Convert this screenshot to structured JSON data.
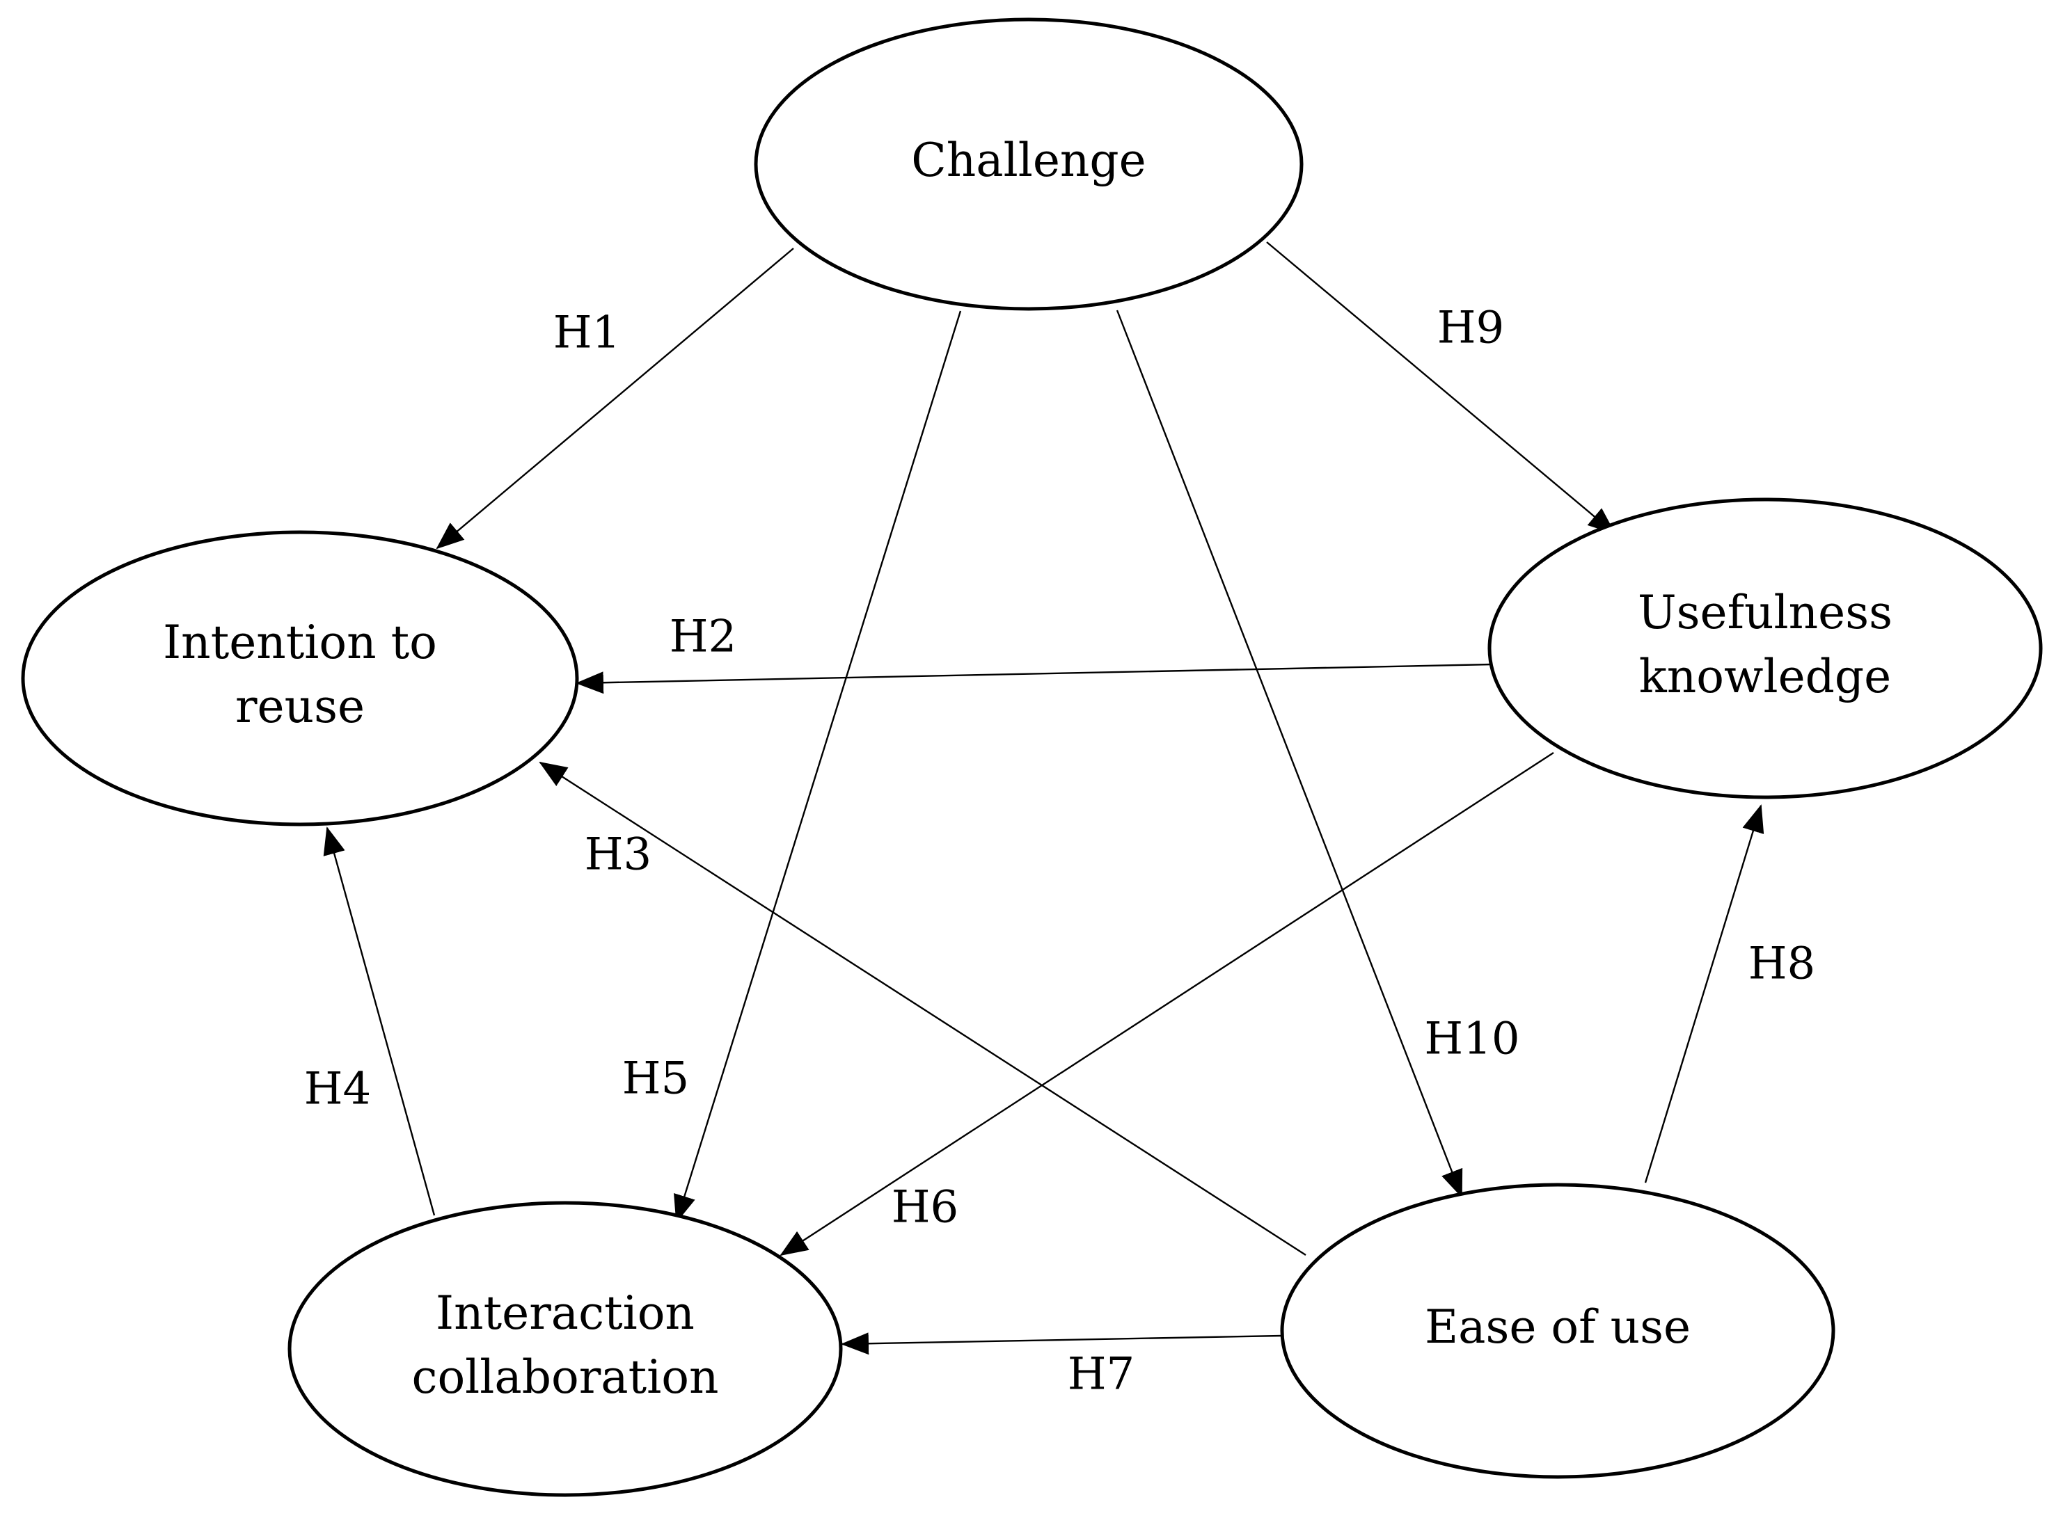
{
  "diagram": {
    "nodes": [
      {
        "id": "challenge",
        "lines": [
          "Challenge"
        ]
      },
      {
        "id": "intention",
        "lines": [
          "Intention to",
          "reuse"
        ]
      },
      {
        "id": "usefulness",
        "lines": [
          "Usefulness",
          "knowledge"
        ]
      },
      {
        "id": "interaction",
        "lines": [
          "Interaction",
          "collaboration"
        ]
      },
      {
        "id": "ease",
        "lines": [
          "Ease of use"
        ]
      }
    ],
    "edges": [
      {
        "id": "H1",
        "label": "H1",
        "from": "challenge",
        "to": "intention"
      },
      {
        "id": "H2",
        "label": "H2",
        "from": "usefulness",
        "to": "intention"
      },
      {
        "id": "H3",
        "label": "H3",
        "from": "ease",
        "to": "intention"
      },
      {
        "id": "H4",
        "label": "H4",
        "from": "interaction",
        "to": "intention"
      },
      {
        "id": "H5",
        "label": "H5",
        "from": "challenge",
        "to": "interaction"
      },
      {
        "id": "H6",
        "label": "H6",
        "from": "usefulness",
        "to": "interaction"
      },
      {
        "id": "H7",
        "label": "H7",
        "from": "ease",
        "to": "interaction"
      },
      {
        "id": "H8",
        "label": "H8",
        "from": "ease",
        "to": "usefulness"
      },
      {
        "id": "H9",
        "label": "H9",
        "from": "challenge",
        "to": "usefulness"
      },
      {
        "id": "H10",
        "label": "H10",
        "from": "challenge",
        "to": "ease"
      }
    ],
    "colors": {
      "stroke": "#000000",
      "background": "#ffffff"
    }
  }
}
